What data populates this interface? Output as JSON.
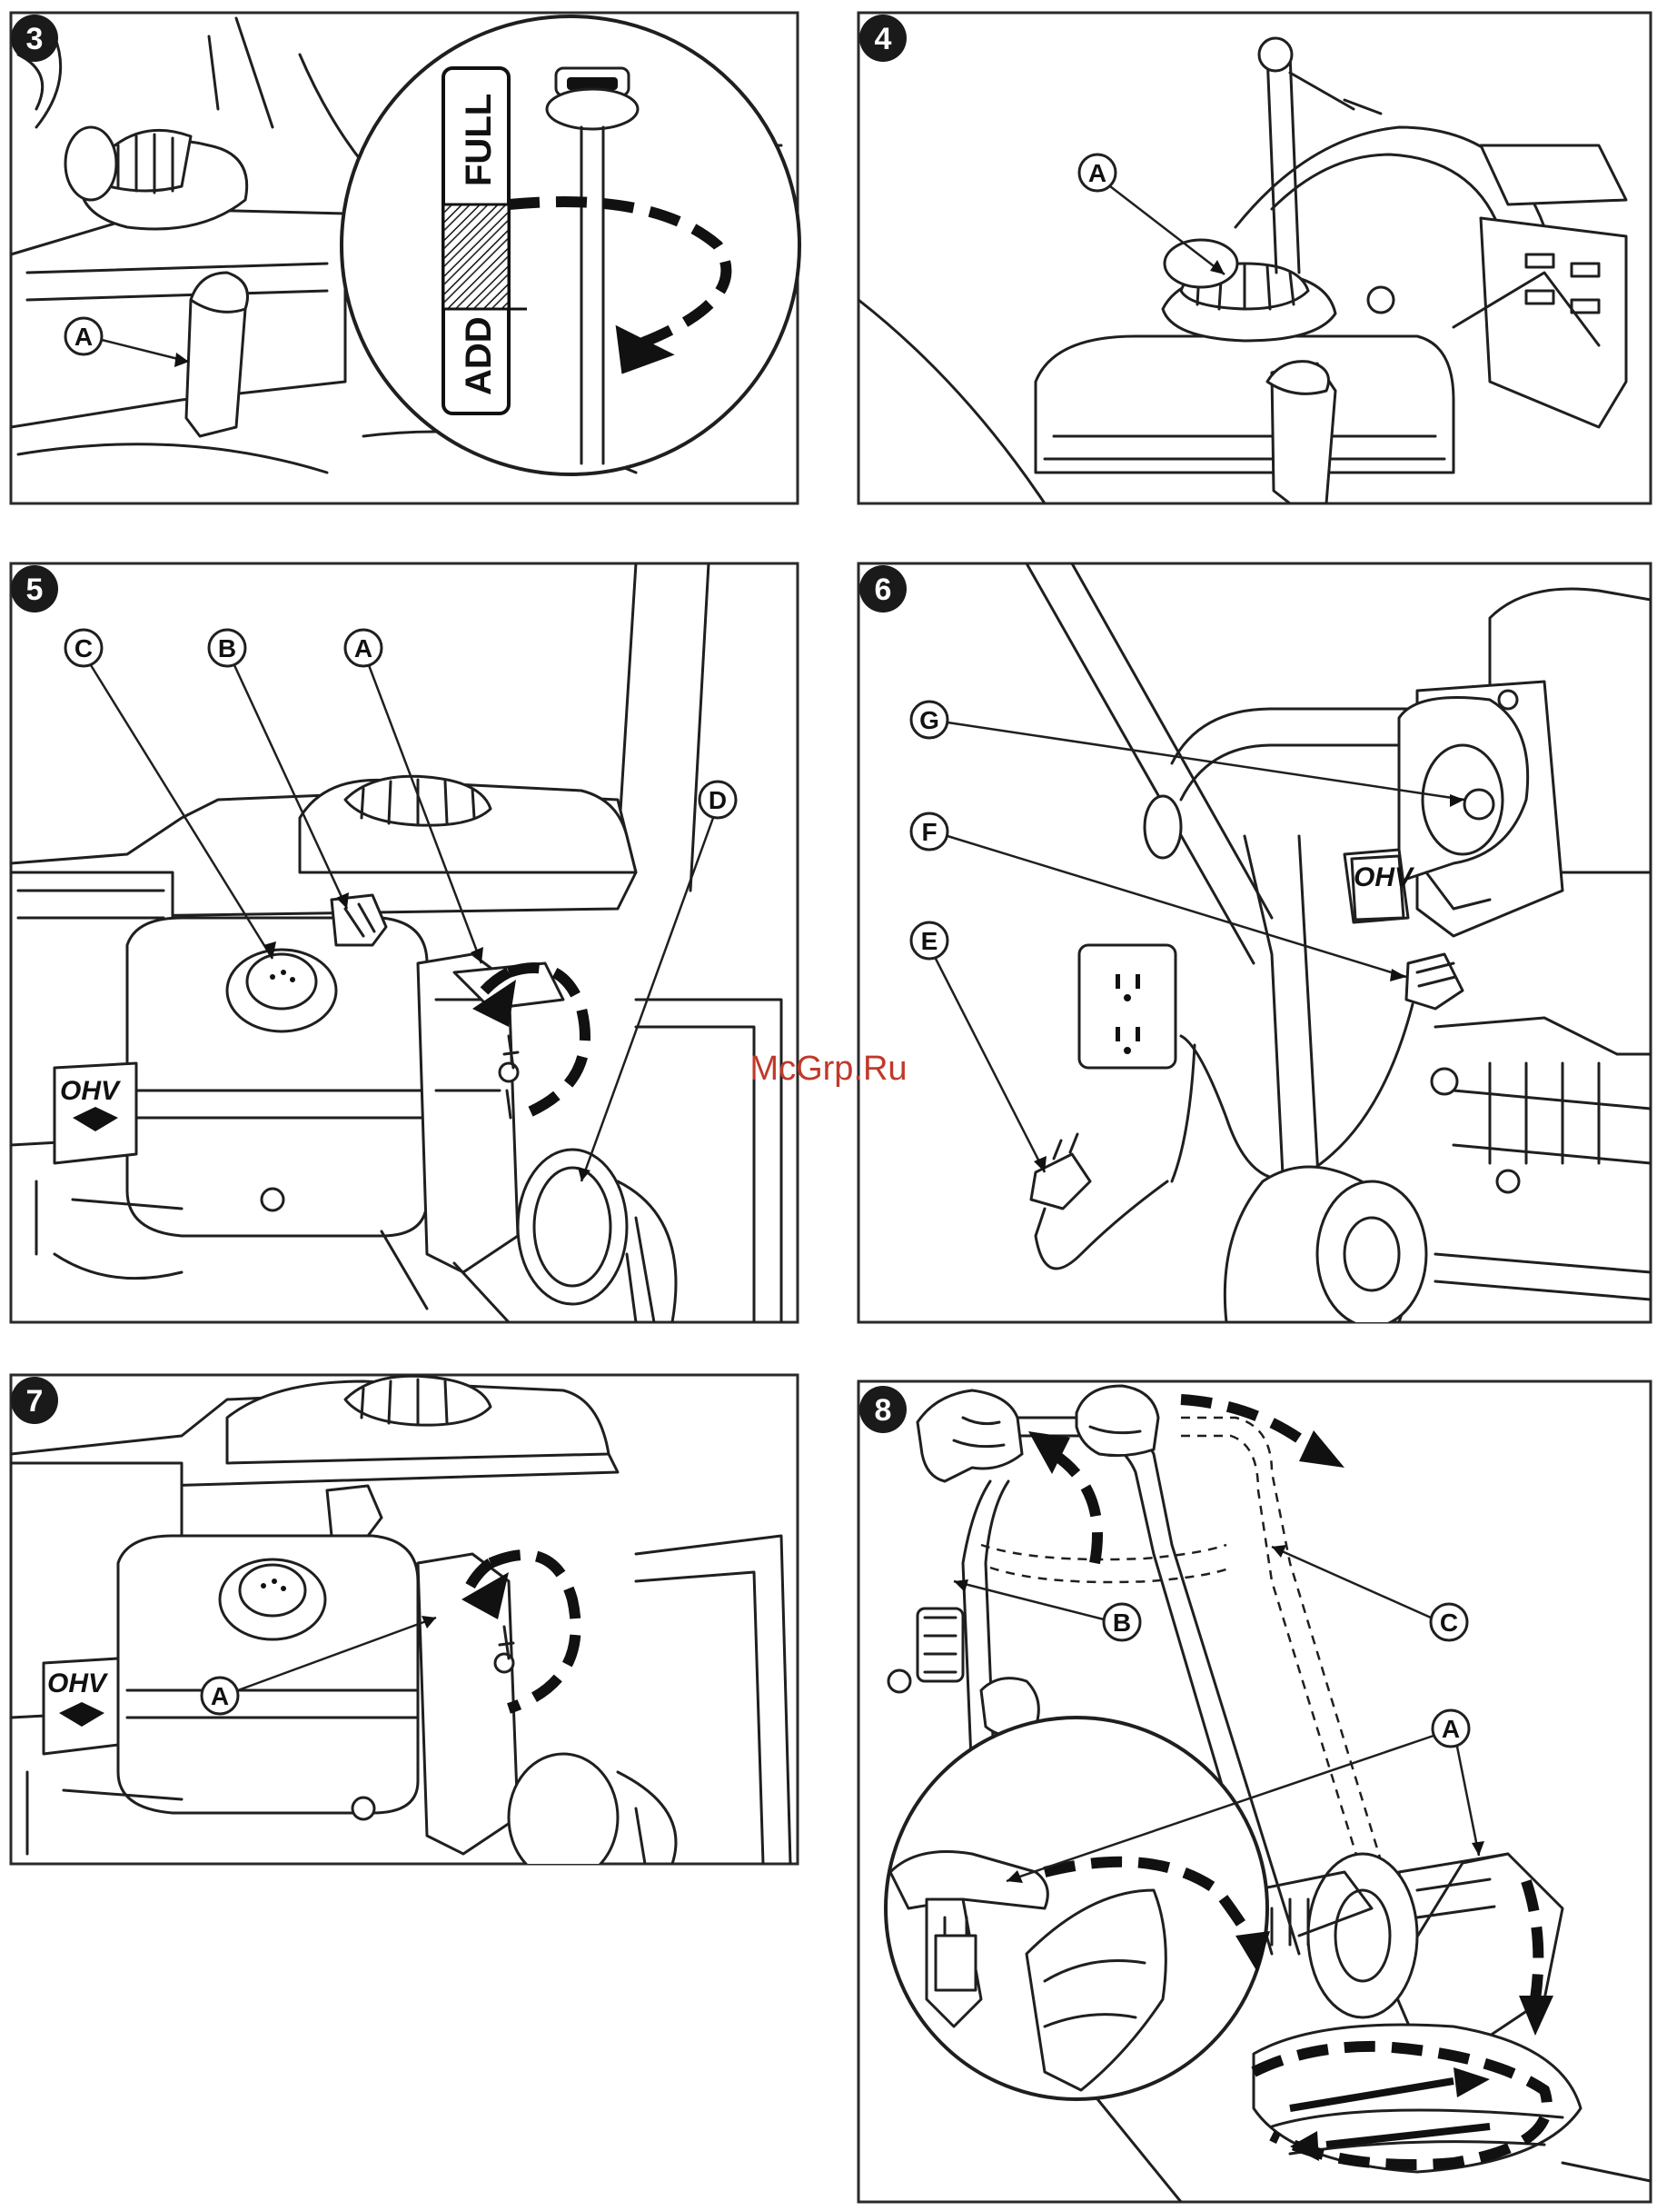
{
  "panels": [
    {
      "number": "3",
      "callouts": [
        "A"
      ],
      "gauge": {
        "upper": "FULL",
        "lower": "ADD"
      }
    },
    {
      "number": "4",
      "callouts": [
        "A"
      ]
    },
    {
      "number": "5",
      "callouts": [
        "C",
        "B",
        "A",
        "D"
      ],
      "logo": "OHV"
    },
    {
      "number": "6",
      "callouts": [
        "G",
        "F",
        "E"
      ],
      "logo": "OHV"
    },
    {
      "number": "7",
      "callouts": [
        "A"
      ],
      "logo": "OHV"
    },
    {
      "number": "8",
      "callouts": [
        "B",
        "C",
        "A"
      ]
    }
  ],
  "watermark": "McGrp.Ru",
  "colors": {
    "line": "#1f1f1f",
    "badge": "#1a1a1a",
    "watermark": "#c0392b",
    "background": "#ffffff"
  }
}
